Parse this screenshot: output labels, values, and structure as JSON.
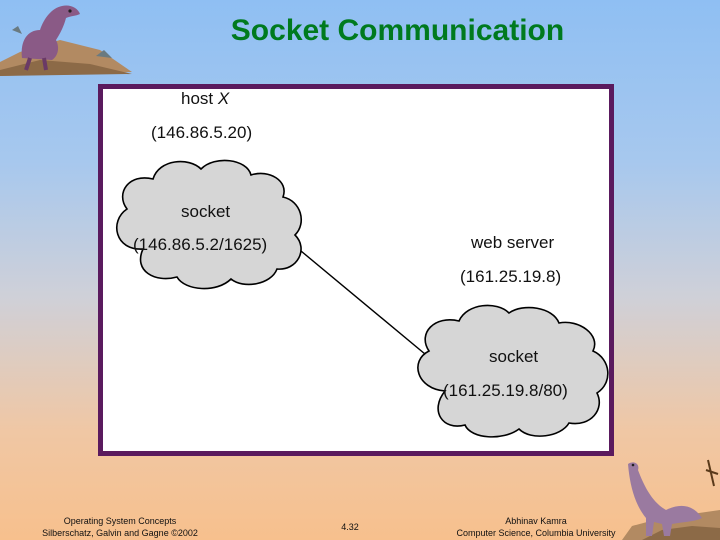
{
  "slide": {
    "title": "Socket Communication"
  },
  "diagram": {
    "host_label": "host",
    "host_name": "X",
    "host_ip": "(146.86.5.20)",
    "client_socket_label": "socket",
    "client_socket_addr": "(146.86.5.2/1625)",
    "server_label": "web server",
    "server_ip": "(161.25.19.8)",
    "server_socket_label": "socket",
    "server_socket_addr": "(161.25.19.8/80)"
  },
  "footer": {
    "course_line1": "Operating System Concepts",
    "course_line2": "Silberschatz, Galvin and  Gagne ©2002",
    "page": "4.32",
    "author_line1": "Abhinav Kamra",
    "author_line2": "Computer Science, Columbia University"
  },
  "colors": {
    "title": "#007a1e",
    "frame": "#5a1a5e",
    "cloud": "#d6d6d6"
  }
}
